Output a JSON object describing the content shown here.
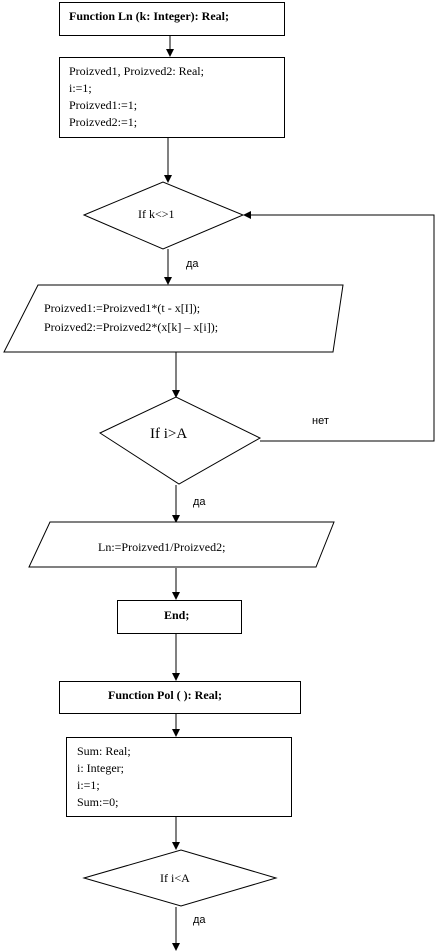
{
  "flowchart": {
    "ln_header": "Function Ln (k: Integer): Real;",
    "ln_vars": [
      "Proizved1, Proizved2: Real;",
      "i:=1;",
      "Proizved1:=1;",
      "Proizved2:=1;"
    ],
    "cond_k": "If k<>1",
    "label_yes_1": "да",
    "calc_lines": [
      "Proizved1:=Proizved1*(t - x[I]);",
      "Proizved2:=Proizved2*(x[k] – x[i]);"
    ],
    "cond_i_gt_a": "If i>A",
    "label_no": "нет",
    "label_yes_2": "да",
    "ln_result": "Ln:=Proizved1/Proizved2;",
    "end_label": "End;",
    "pol_header": "Function Pol ( ): Real;",
    "pol_vars": [
      "Sum: Real;",
      "i: Integer;",
      "i:=1;",
      "Sum:=0;"
    ],
    "cond_i_lt_a": "If i<A",
    "label_yes_3": "да"
  }
}
